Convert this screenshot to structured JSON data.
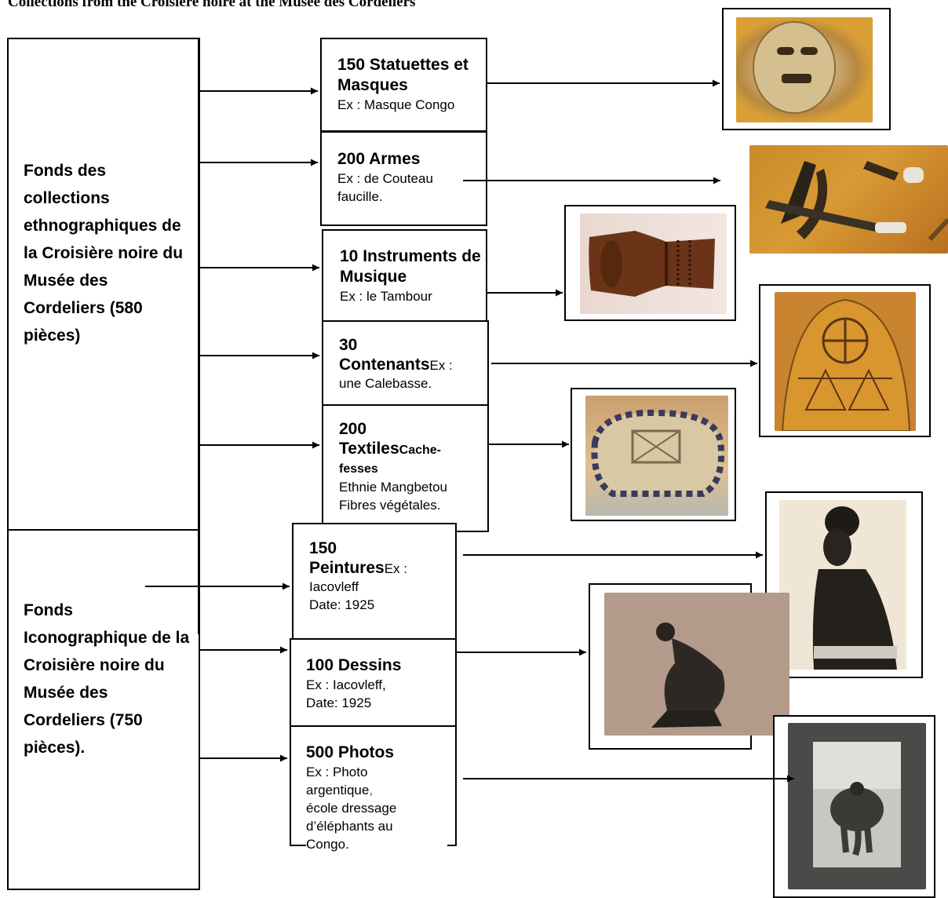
{
  "title": "Collections from the Croisière noire at the Musée des Cordeliers",
  "groups": [
    {
      "label": "Fonds des collections ethnographiques de la Croisière noire du Musée des Cordeliers (580 pièces)"
    },
    {
      "label": "Fonds Iconographique de la Croisière noire du Musée des Cordeliers (750 pièces)."
    }
  ],
  "categories": [
    {
      "count_name": "150 Statuettes et Masques",
      "example": "Ex : Masque Congo",
      "image": "african-mask-photo"
    },
    {
      "count_name": "200 Armes",
      "example_a": "Ex : de Couteau",
      "example_b": "faucille",
      "example_c": ".",
      "image": "sickle-knives-photo"
    },
    {
      "count_name": "10 Instruments de Musique",
      "example": "Ex : le Tambour",
      "image": "wooden-drum-photo"
    },
    {
      "count": "30",
      "name": "Contenants",
      "example_a": "Ex :",
      "example_b": "une Calebasse.",
      "image": "calabash-photo"
    },
    {
      "count": "200",
      "name": "Textiles",
      "sub_a": "Cache-",
      "sub_b": "fesses",
      "line_a": "Ethnie Mangbetou",
      "line_b": "Fibres végétales.",
      "image": "woven-textile-photo"
    },
    {
      "count": "150",
      "name": "Peintures",
      "example_a": "Ex :",
      "example_b": "Iacovleff",
      "example_c": "Date: 1925",
      "image": "portrait-painting"
    },
    {
      "count_name": "100 Dessins",
      "example_a": "Ex : Iacovleff,",
      "example_b": "Date: 1925",
      "image": "kneeling-figure-drawing"
    },
    {
      "count_name": "500 Photos",
      "example_a": "Ex : Photo",
      "example_b": "argentique",
      "example_b_mark": ",",
      "example_c": "école  dressage",
      "example_d": "d’éléphants au",
      "example_e": "Congo.",
      "image": "elephant-photograph"
    }
  ],
  "colors": {
    "border": "#000000",
    "mark_red": "#e02020"
  }
}
